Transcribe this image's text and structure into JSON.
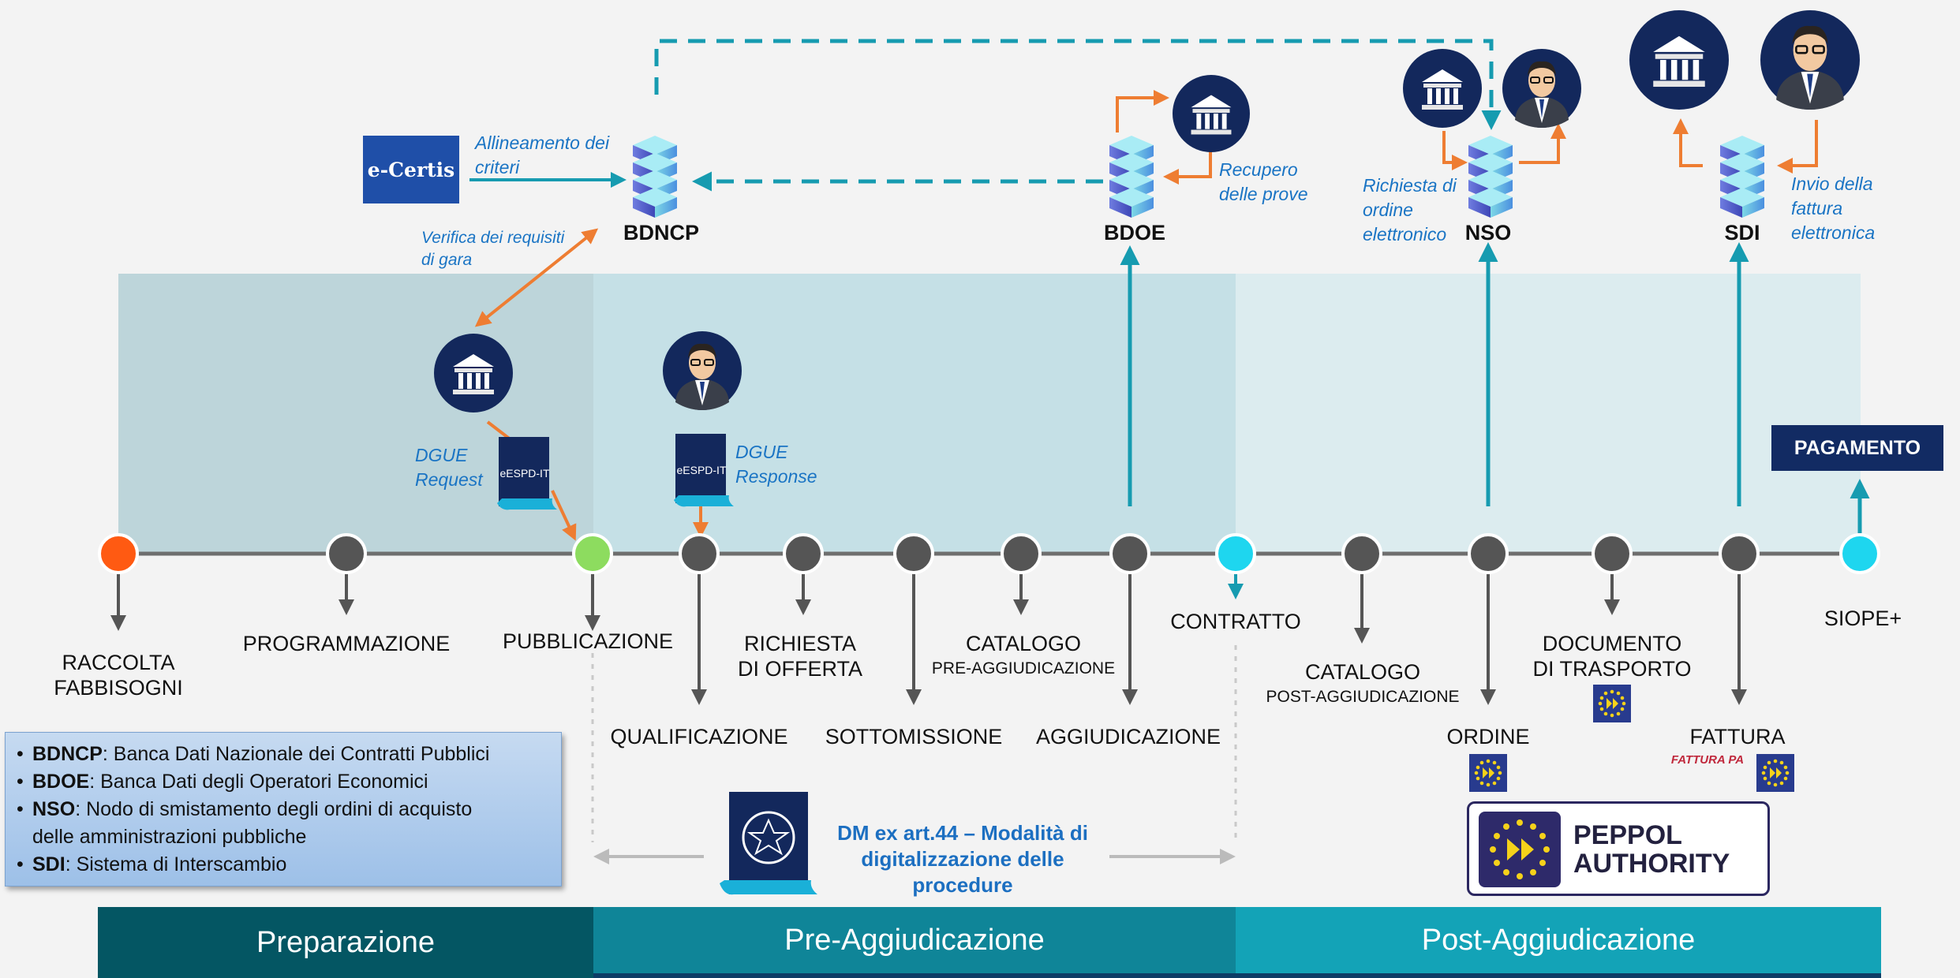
{
  "systems": {
    "bdncp": "BDNCP",
    "bdoe": "BDOE",
    "nso": "NSO",
    "sdi": "SDI"
  },
  "notes": {
    "allineamento": [
      "Allineamento dei",
      "criteri"
    ],
    "verifica": [
      "Verifica dei requisiti",
      "di gara"
    ],
    "recupero": [
      "Recupero",
      "delle prove"
    ],
    "richiesta_ordine": [
      "Richiesta di",
      "ordine",
      "elettronico"
    ],
    "invio_fattura": [
      "Invio della",
      "fattura",
      "elettronica"
    ],
    "dgue_request": [
      "DGUE",
      "Request"
    ],
    "dgue_response": [
      "DGUE",
      "Response"
    ]
  },
  "ecertis": "e-Certis",
  "espd_label": "eESPD-IT",
  "steps": {
    "raccolta": [
      "RACCOLTA",
      "FABBISOGNI"
    ],
    "programmazione": "PROGRAMMAZIONE",
    "pubblicazione": "PUBBLICAZIONE",
    "qualificazione": "QUALIFICAZIONE",
    "richiesta": [
      "RICHIESTA",
      "DI OFFERTA"
    ],
    "sottomissione": "SOTTOMISSIONE",
    "catalogo_pre": [
      "CATALOGO",
      "PRE-AGGIUDICAZIONE"
    ],
    "aggiudicazione": "AGGIUDICAZIONE",
    "contratto": "CONTRATTO",
    "catalogo_post": [
      "CATALOGO",
      "POST-AGGIUDICAZIONE"
    ],
    "ordine": "ORDINE",
    "documento": [
      "DOCUMENTO",
      "DI TRASPORTO"
    ],
    "fattura": "FATTURA",
    "siope": "SIOPE+"
  },
  "pagamento": "PAGAMENTO",
  "legend": [
    {
      "term": "BDNCP",
      "desc": ": Banca Dati Nazionale dei Contratti Pubblici"
    },
    {
      "term": "BDOE",
      "desc": ": Banca Dati degli Operatori Economici"
    },
    {
      "term": "NSO",
      "desc": ": Nodo di smistamento degli ordini di acquisto",
      "desc2": "delle amministrazioni pubbliche"
    },
    {
      "term": "SDI",
      "desc": ": Sistema di Interscambio"
    }
  ],
  "dm_text": [
    "DM ex art.44 – Modalità di",
    "digitalizzazione delle",
    "procedure"
  ],
  "peppol": [
    "PEPPOL",
    "AUTHORITY"
  ],
  "fattura_logo": "FATTURA PA",
  "phases": [
    "Preparazione",
    "Pre-Aggiudicazione",
    "Post-Aggiudicazione"
  ],
  "colors": {
    "teal": "#169bb0",
    "orange": "#ee7d32",
    "navy": "#13285c",
    "band_prep": "#045663",
    "band_pre": "#0f8598",
    "band_post": "#13a3b7",
    "start_node": "#ff5a12",
    "pub_node": "#8ddc5f",
    "cyan_node": "#1ed6ef"
  }
}
